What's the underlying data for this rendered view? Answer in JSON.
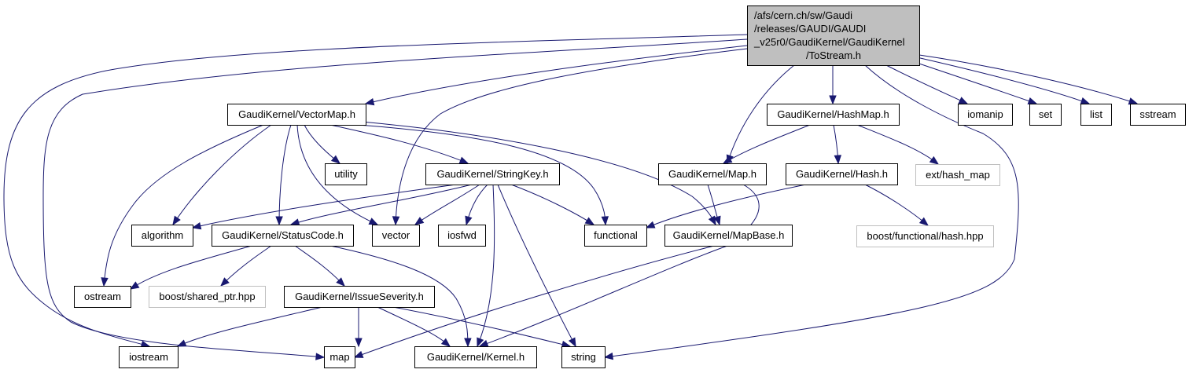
{
  "diagram": {
    "type": "include-dependency-graph",
    "root": "tostream",
    "nodes": [
      {
        "id": "tostream",
        "lines": [
          "/afs/cern.ch/sw/Gaudi",
          "/releases/GAUDI/GAUDI",
          "_v25r0/GaudiKernel/GaudiKernel",
          "/ToStream.h"
        ],
        "style": "root"
      },
      {
        "id": "vectormap",
        "lines": [
          "GaudiKernel/VectorMap.h"
        ],
        "style": "normal"
      },
      {
        "id": "hashmap",
        "lines": [
          "GaudiKernel/HashMap.h"
        ],
        "style": "normal"
      },
      {
        "id": "iomanip",
        "lines": [
          "iomanip"
        ],
        "style": "normal"
      },
      {
        "id": "set",
        "lines": [
          "set"
        ],
        "style": "normal"
      },
      {
        "id": "list",
        "lines": [
          "list"
        ],
        "style": "normal"
      },
      {
        "id": "sstream",
        "lines": [
          "sstream"
        ],
        "style": "normal"
      },
      {
        "id": "utility",
        "lines": [
          "utility"
        ],
        "style": "normal"
      },
      {
        "id": "stringkey",
        "lines": [
          "GaudiKernel/StringKey.h"
        ],
        "style": "normal"
      },
      {
        "id": "map_h",
        "lines": [
          "GaudiKernel/Map.h"
        ],
        "style": "normal"
      },
      {
        "id": "hash_h",
        "lines": [
          "GaudiKernel/Hash.h"
        ],
        "style": "normal"
      },
      {
        "id": "ext_hash_map",
        "lines": [
          "ext/hash_map"
        ],
        "style": "external"
      },
      {
        "id": "algorithm",
        "lines": [
          "algorithm"
        ],
        "style": "normal"
      },
      {
        "id": "statuscode",
        "lines": [
          "GaudiKernel/StatusCode.h"
        ],
        "style": "normal"
      },
      {
        "id": "vector",
        "lines": [
          "vector"
        ],
        "style": "normal"
      },
      {
        "id": "iosfwd",
        "lines": [
          "iosfwd"
        ],
        "style": "normal"
      },
      {
        "id": "functional",
        "lines": [
          "functional"
        ],
        "style": "normal"
      },
      {
        "id": "mapbase",
        "lines": [
          "GaudiKernel/MapBase.h"
        ],
        "style": "normal"
      },
      {
        "id": "boost_hash",
        "lines": [
          "boost/functional/hash.hpp"
        ],
        "style": "external"
      },
      {
        "id": "ostream",
        "lines": [
          "ostream"
        ],
        "style": "normal"
      },
      {
        "id": "boost_shared_ptr",
        "lines": [
          "boost/shared_ptr.hpp"
        ],
        "style": "external"
      },
      {
        "id": "issueseverity",
        "lines": [
          "GaudiKernel/IssueSeverity.h"
        ],
        "style": "normal"
      },
      {
        "id": "iostream",
        "lines": [
          "iostream"
        ],
        "style": "normal"
      },
      {
        "id": "map",
        "lines": [
          "map"
        ],
        "style": "normal"
      },
      {
        "id": "kernel",
        "lines": [
          "GaudiKernel/Kernel.h"
        ],
        "style": "normal"
      },
      {
        "id": "string",
        "lines": [
          "string"
        ],
        "style": "normal"
      }
    ],
    "edges": [
      {
        "from": "tostream",
        "to": "vectormap"
      },
      {
        "from": "tostream",
        "to": "hashmap"
      },
      {
        "from": "tostream",
        "to": "iomanip"
      },
      {
        "from": "tostream",
        "to": "set"
      },
      {
        "from": "tostream",
        "to": "list"
      },
      {
        "from": "tostream",
        "to": "sstream"
      },
      {
        "from": "tostream",
        "to": "map_h"
      },
      {
        "from": "tostream",
        "to": "vector"
      },
      {
        "from": "tostream",
        "to": "string"
      },
      {
        "from": "tostream",
        "to": "iostream"
      },
      {
        "from": "tostream",
        "to": "map"
      },
      {
        "from": "vectormap",
        "to": "utility"
      },
      {
        "from": "vectormap",
        "to": "stringkey"
      },
      {
        "from": "vectormap",
        "to": "algorithm"
      },
      {
        "from": "vectormap",
        "to": "statuscode"
      },
      {
        "from": "vectormap",
        "to": "vector"
      },
      {
        "from": "vectormap",
        "to": "ostream"
      },
      {
        "from": "vectormap",
        "to": "functional"
      },
      {
        "from": "vectormap",
        "to": "mapbase"
      },
      {
        "from": "hashmap",
        "to": "map_h"
      },
      {
        "from": "hashmap",
        "to": "hash_h"
      },
      {
        "from": "hashmap",
        "to": "ext_hash_map"
      },
      {
        "from": "stringkey",
        "to": "algorithm"
      },
      {
        "from": "stringkey",
        "to": "statuscode"
      },
      {
        "from": "stringkey",
        "to": "vector"
      },
      {
        "from": "stringkey",
        "to": "iosfwd"
      },
      {
        "from": "stringkey",
        "to": "functional"
      },
      {
        "from": "stringkey",
        "to": "kernel"
      },
      {
        "from": "stringkey",
        "to": "string"
      },
      {
        "from": "map_h",
        "to": "mapbase"
      },
      {
        "from": "map_h",
        "to": "map"
      },
      {
        "from": "hash_h",
        "to": "functional"
      },
      {
        "from": "hash_h",
        "to": "boost_hash"
      },
      {
        "from": "statuscode",
        "to": "ostream"
      },
      {
        "from": "statuscode",
        "to": "boost_shared_ptr"
      },
      {
        "from": "statuscode",
        "to": "issueseverity"
      },
      {
        "from": "statuscode",
        "to": "kernel"
      },
      {
        "from": "mapbase",
        "to": "kernel"
      },
      {
        "from": "issueseverity",
        "to": "iostream"
      },
      {
        "from": "issueseverity",
        "to": "map"
      },
      {
        "from": "issueseverity",
        "to": "kernel"
      },
      {
        "from": "issueseverity",
        "to": "string"
      }
    ]
  }
}
